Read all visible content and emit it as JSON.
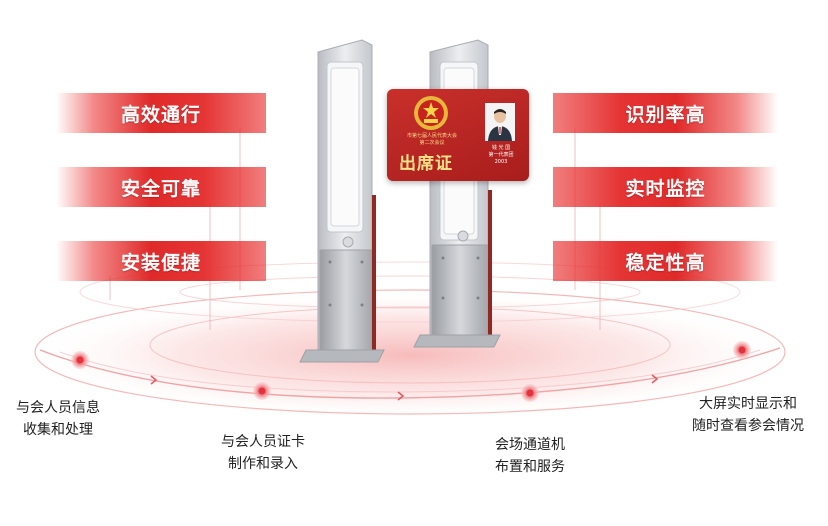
{
  "features_left": [
    "高效通行",
    "安全可靠",
    "安装便捷"
  ],
  "features_right": [
    "识别率高",
    "实时监控",
    "稳定性高"
  ],
  "steps": [
    {
      "line1": "与会人员信息",
      "line2": "收集和处理"
    },
    {
      "line1": "与会人员证卡",
      "line2": "制作和录入"
    },
    {
      "line1": "会场通道机",
      "line2": "布置和服务"
    },
    {
      "line1": "大屏实时显示和",
      "line2": "随时查看参会情况"
    }
  ],
  "badge": {
    "org": "市第七届人民代表大会\n第二次会议",
    "title": "出席证",
    "name": "钱 光 国",
    "role": "第一代表团",
    "number": "2003"
  },
  "colors": {
    "accent": "#e02a2a",
    "badge": "#b3221f",
    "gold": "#ffe38a"
  }
}
